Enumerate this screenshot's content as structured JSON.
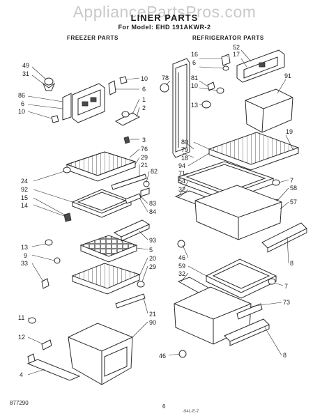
{
  "watermark": "AppliancePartsPros.com",
  "title": "LINER PARTS",
  "model_line": "For Model: EHD 191AKWR-2",
  "sections": {
    "freezer": "FREEZER PARTS",
    "refrigerator": "REFRIGERATOR PARTS"
  },
  "footer": {
    "doc_id": "877290",
    "page": "6",
    "revision": "-94L-E-7"
  },
  "callouts": {
    "freezer": [
      "49",
      "31",
      "86",
      "6",
      "10",
      "10",
      "6",
      "1",
      "2",
      "3",
      "76",
      "29",
      "21",
      "24",
      "92",
      "15",
      "14",
      "82",
      "83",
      "84",
      "93",
      "13",
      "9",
      "33",
      "5",
      "20",
      "29",
      "21",
      "90",
      "11",
      "12",
      "4"
    ],
    "refrigerator": [
      "52",
      "16",
      "6",
      "17",
      "78",
      "81",
      "10",
      "13",
      "91",
      "19",
      "80",
      "79",
      "18",
      "94",
      "71",
      "54",
      "32",
      "7",
      "58",
      "57",
      "8",
      "46",
      "59",
      "32",
      "7",
      "73",
      "8",
      "46"
    ]
  }
}
